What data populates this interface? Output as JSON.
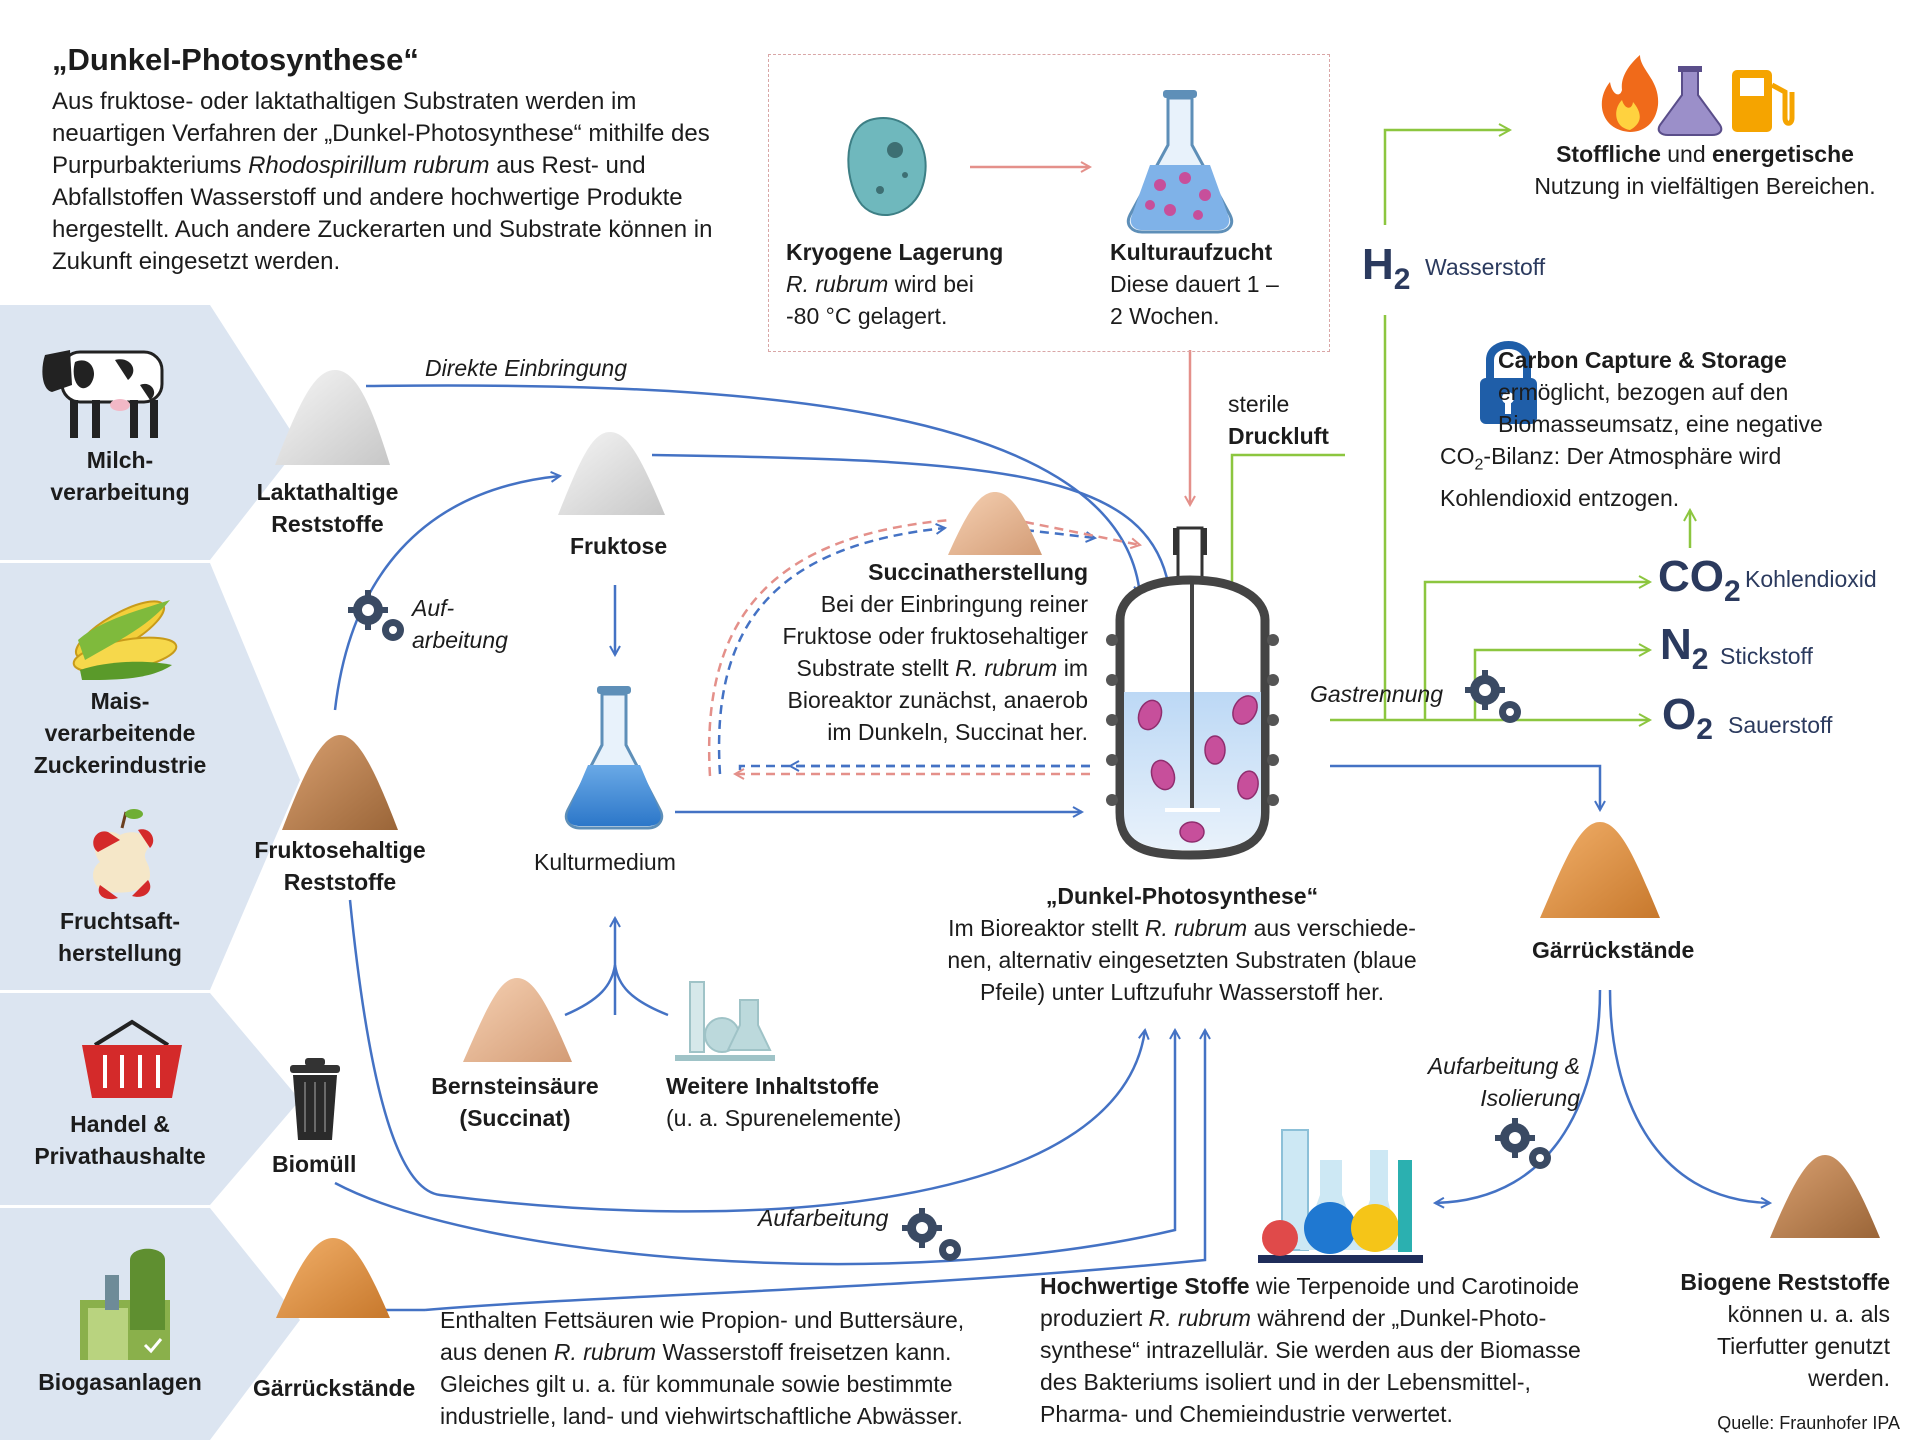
{
  "header": {
    "title": "„Dunkel-Photosynthese“",
    "intro_lines": [
      "Aus fruktose- oder laktathaltigen Substraten werden im",
      "neuartigen Verfahren der „Dunkel-Photosynthese“ mithilfe des",
      "Purpurbakteriums",
      "Rhodospirillum rubrum",
      "aus Rest- und",
      "Abfallstoffen Wasserstoff und andere hochwertige Produkte",
      "hergestellt. Auch andere Zuckerarten und Substrate können in",
      "Zukunft eingesetzt werden."
    ]
  },
  "sources": [
    {
      "label_1": "Milch-",
      "label_2": "verarbeitung",
      "icon": "cow-icon"
    },
    {
      "label_1": "Mais-",
      "label_2": "verarbeitende",
      "label_3": "Zuckerindustrie",
      "icon": "corn-icon"
    },
    {
      "label_1": "Fruchtsaft-",
      "label_2": "herstellung",
      "icon": "apple-core-icon"
    },
    {
      "label_1": "Handel &",
      "label_2": "Privathaushalte",
      "icon": "shopping-basket-icon"
    },
    {
      "label_1": "Biogasanlagen",
      "icon": "biogas-plant-icon"
    }
  ],
  "substrates": {
    "laktat_1": "Laktathaltige",
    "laktat_2": "Reststoffe",
    "fruktose_rest_1": "Fruktosehaltige",
    "fruktose_rest_2": "Reststoffe",
    "biomuell": "Biomüll",
    "gaerrueckstaende_left": "Gärrückstände"
  },
  "labels": {
    "direkte_einbringung": "Direkte Einbringung",
    "aufarbeitung_short_1": "Auf-",
    "aufarbeitung_short_2": "arbeitung",
    "fruktose": "Fruktose",
    "kulturmedium": "Kulturmedium",
    "bernstein_1": "Bernsteinsäure",
    "bernstein_2": "(Succinat)",
    "weitere_1": "Weitere Inhaltstoffe",
    "weitere_2": "(u. a. Spurenelemente)",
    "aufarbeitung": "Aufarbeitung",
    "sterile": "sterile",
    "druckluft": "Druckluft",
    "gastrennung": "Gastrennung",
    "aufarbeitung_isolierung_1": "Aufarbeitung &",
    "aufarbeitung_isolierung_2": "Isolierung",
    "gaerrueckstaende_right": "Gärrückstände",
    "source": "Quelle: Fraunhofer IPA"
  },
  "lab_box": {
    "kryo_title": "Kryogene Lagerung",
    "kryo_l1_it": "R. rubrum",
    "kryo_l1_rest": "wird bei",
    "kryo_l2": "-80 °C gelagert.",
    "kultur_title": "Kulturaufzucht",
    "kultur_l1": "Diese dauert 1 –",
    "kultur_l2": "2 Wochen."
  },
  "succinat": {
    "title": "Succinatherstellung",
    "l1": "Bei der Einbringung reiner",
    "l2": "Fruktose oder fruktosehaltiger",
    "l3_a": "Substrate stellt",
    "l3_it": "R. rubrum",
    "l3_b": "im",
    "l4": "Bioreaktor zunächst, anaerob",
    "l5": "im Dunkeln, Succinat her."
  },
  "reactor": {
    "title": "„Dunkel-Photosynthese“",
    "l1_a": "Im Bioreaktor stellt",
    "l1_it": "R. rubrum",
    "l1_b": "aus verschiede-",
    "l2": "nen, alternativ eingesetzten Substraten (blaue",
    "l3": "Pfeile) unter Luftzufuhr Wasserstoff her."
  },
  "gases": [
    {
      "formula": "H",
      "sub": "2",
      "name": "Wasserstoff"
    },
    {
      "formula": "CO",
      "sub": "2",
      "name": "Kohlendioxid"
    },
    {
      "formula": "N",
      "sub": "2",
      "name": "Stickstoff"
    },
    {
      "formula": "O",
      "sub": "2",
      "name": "Sauerstoff"
    }
  ],
  "usage": {
    "b1": "Stoffliche",
    "mid": "und",
    "b2": "energetische",
    "l2": "Nutzung in vielfältigen Bereichen."
  },
  "ccs": {
    "title": "Carbon Capture & Storage",
    "l1": "ermöglicht, bezogen auf den",
    "l2": "Biomasseumsatz, eine negative",
    "l3_a": "CO",
    "l3_sub": "2",
    "l3_b": "-Bilanz: Der Atmosphäre wird",
    "l4": "Kohlendioxid entzogen."
  },
  "biogas_text": {
    "l1": "Enthalten Fettsäuren wie Propion- und Buttersäure,",
    "l2_a": "aus denen",
    "l2_it": "R. rubrum",
    "l2_b": "Wasserstoff freisetzen kann.",
    "l3": "Gleiches gilt u. a. für kommunale sowie bestimmte",
    "l4": "industrielle, land- und viehwirtschaftliche Abwässer."
  },
  "hochwertig": {
    "title": "Hochwertige Stoffe",
    "l1_rest": "wie Terpenoide und Carotinoide",
    "l2_a": "produziert",
    "l2_it": "R. rubrum",
    "l2_b": "während der „Dunkel-Photo-",
    "l3": "synthese“ intrazellulär. Sie werden aus der Biomasse",
    "l4": "des Bakteriums isoliert und in der Lebensmittel-,",
    "l5": "Pharma- und Chemieindustrie verwertet."
  },
  "biogen": {
    "title": "Biogene Reststoffe",
    "l1": "können u. a. als",
    "l2": "Tierfutter genutzt",
    "l3": "werden."
  },
  "colors": {
    "blue_arrow": "#4472c4",
    "green_arrow": "#8cc63f",
    "red_arrow": "#e4908a",
    "sidebar": "#dce5f1",
    "gas_text": "#2b3a5e"
  }
}
